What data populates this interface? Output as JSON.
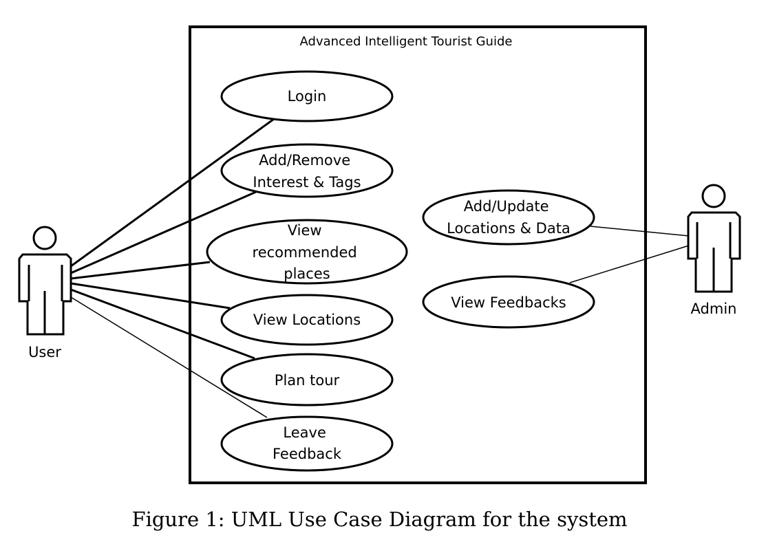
{
  "system": {
    "title": "Advanced Intelligent Tourist Guide"
  },
  "actors": {
    "user": {
      "label": "User"
    },
    "admin": {
      "label": "Admin"
    }
  },
  "use_cases": {
    "login": [
      "Login"
    ],
    "add_remove_interest": [
      "Add/Remove",
      "Interest & Tags"
    ],
    "view_recommended": [
      "View",
      "recommended",
      "places"
    ],
    "view_locations": [
      "View Locations"
    ],
    "plan_tour": [
      "Plan tour"
    ],
    "leave_feedback": [
      "Leave",
      "Feedback"
    ],
    "add_update_locations": [
      "Add/Update",
      "Locations & Data"
    ],
    "view_feedbacks": [
      "View Feedbacks"
    ]
  },
  "caption": "Figure 1: UML Use Case Diagram for the system"
}
